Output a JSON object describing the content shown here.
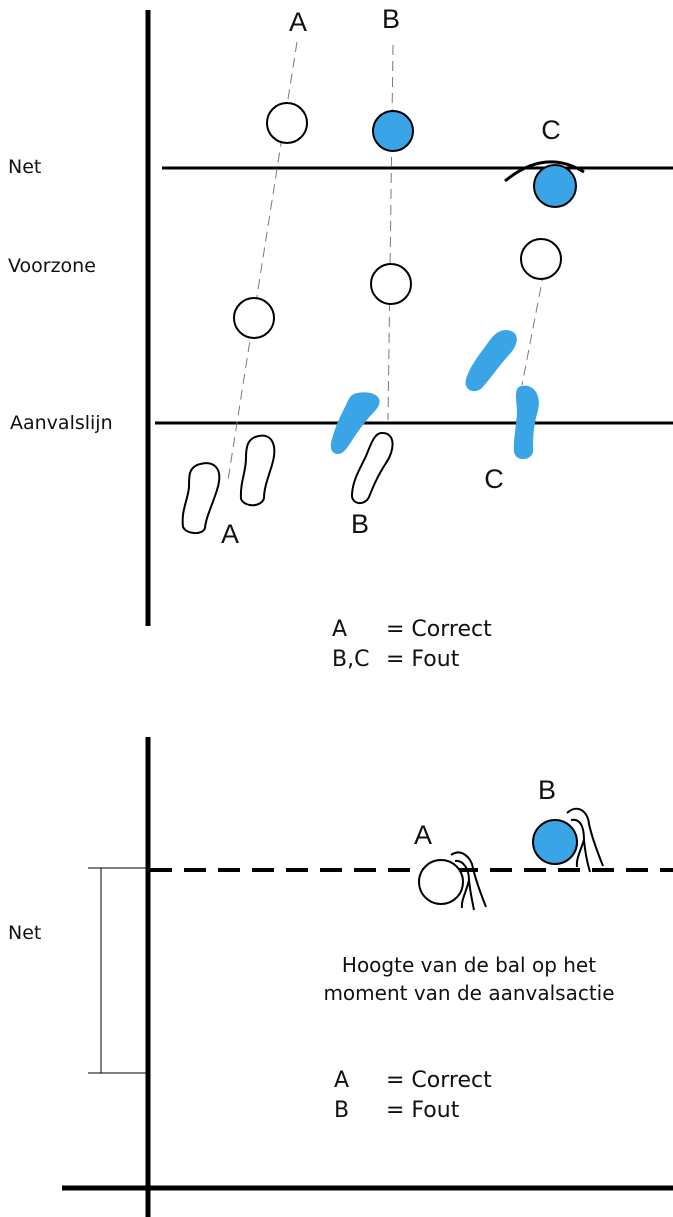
{
  "colors": {
    "blue": "#3aa5e6",
    "line": "#000000",
    "dash": "#7a7a7a",
    "text": "#111111"
  },
  "top": {
    "side_labels": {
      "net": "Net",
      "voorzone": "Voorzone",
      "aanvalslijn": "Aanvalslijn"
    },
    "ball_labels": {
      "a": "A",
      "b": "B",
      "c": "C"
    },
    "foot_labels": {
      "a": "A",
      "b": "B",
      "c": "C"
    },
    "legend": [
      {
        "key": "A",
        "text": "= Correct"
      },
      {
        "key": "B,C",
        "text": "= Fout"
      }
    ]
  },
  "bottom": {
    "net_label": "Net",
    "ball_labels": {
      "a": "A",
      "b": "B"
    },
    "caption": [
      "Hoogte van de bal op het",
      "moment van de aanvalsactie"
    ],
    "legend": [
      {
        "key": "A",
        "text": "= Correct"
      },
      {
        "key": "B",
        "text": "= Fout"
      }
    ]
  }
}
